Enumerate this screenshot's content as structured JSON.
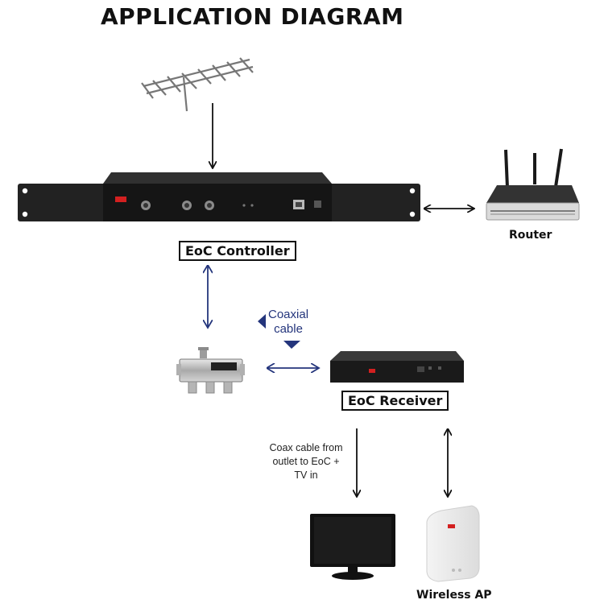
{
  "title": "APPLICATION DIAGRAM",
  "labels": {
    "eoc_controller": "EoC Controller",
    "eoc_receiver": "EoC Receiver",
    "router": "Router",
    "wireless_ap": "Wireless AP",
    "coaxial_cable_line1": "Coaxial",
    "coaxial_cable_line2": "cable",
    "coax_note_line1": "Coax cable from",
    "coax_note_line2": "outlet to EoC +",
    "coax_note_line3": "TV in"
  },
  "colors": {
    "arrow_black": "#111111",
    "arrow_navy": "#24357c",
    "device_dark": "#1e1e1e",
    "brand_red": "#d32020"
  },
  "icons": [
    "antenna-icon",
    "eoc-controller-device",
    "router-icon",
    "splitter-icon",
    "eoc-receiver-device",
    "tv-monitor-icon",
    "wireless-ap-icon"
  ]
}
